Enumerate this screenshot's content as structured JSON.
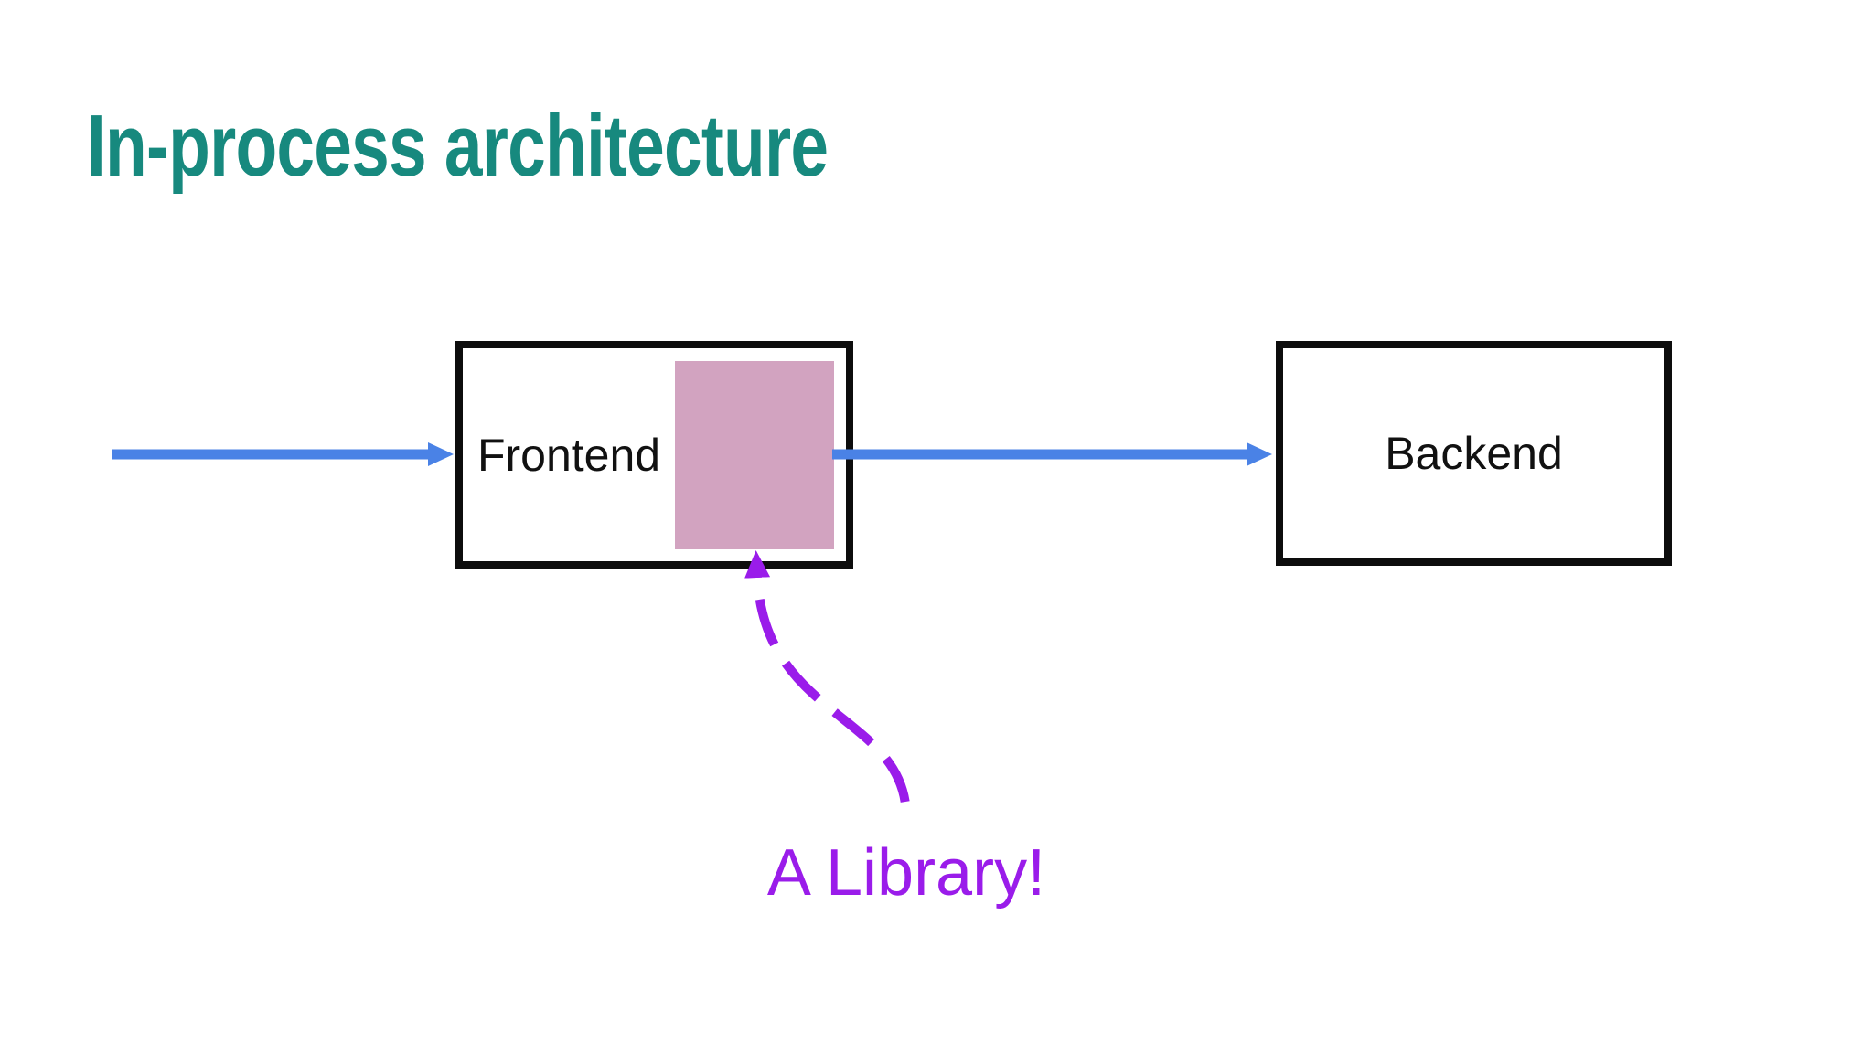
{
  "title": {
    "text": "In-process architecture"
  },
  "colors": {
    "title-teal": "#17897e",
    "arrow-blue": "#4a82e6",
    "annotation-purple": "#9a1cea",
    "library-pink": "#d2a3c0",
    "box-border-black": "#0d0d0d",
    "label-black": "#111111"
  },
  "diagram": {
    "frontend": {
      "label": "Frontend"
    },
    "backend": {
      "label": "Backend"
    },
    "annotation": {
      "text": "A Library!"
    },
    "icons": {
      "incoming_arrow": "right-arrow",
      "frontend_to_backend_arrow": "right-arrow",
      "library_pointer": "curved-dashed-up-arrow"
    }
  }
}
